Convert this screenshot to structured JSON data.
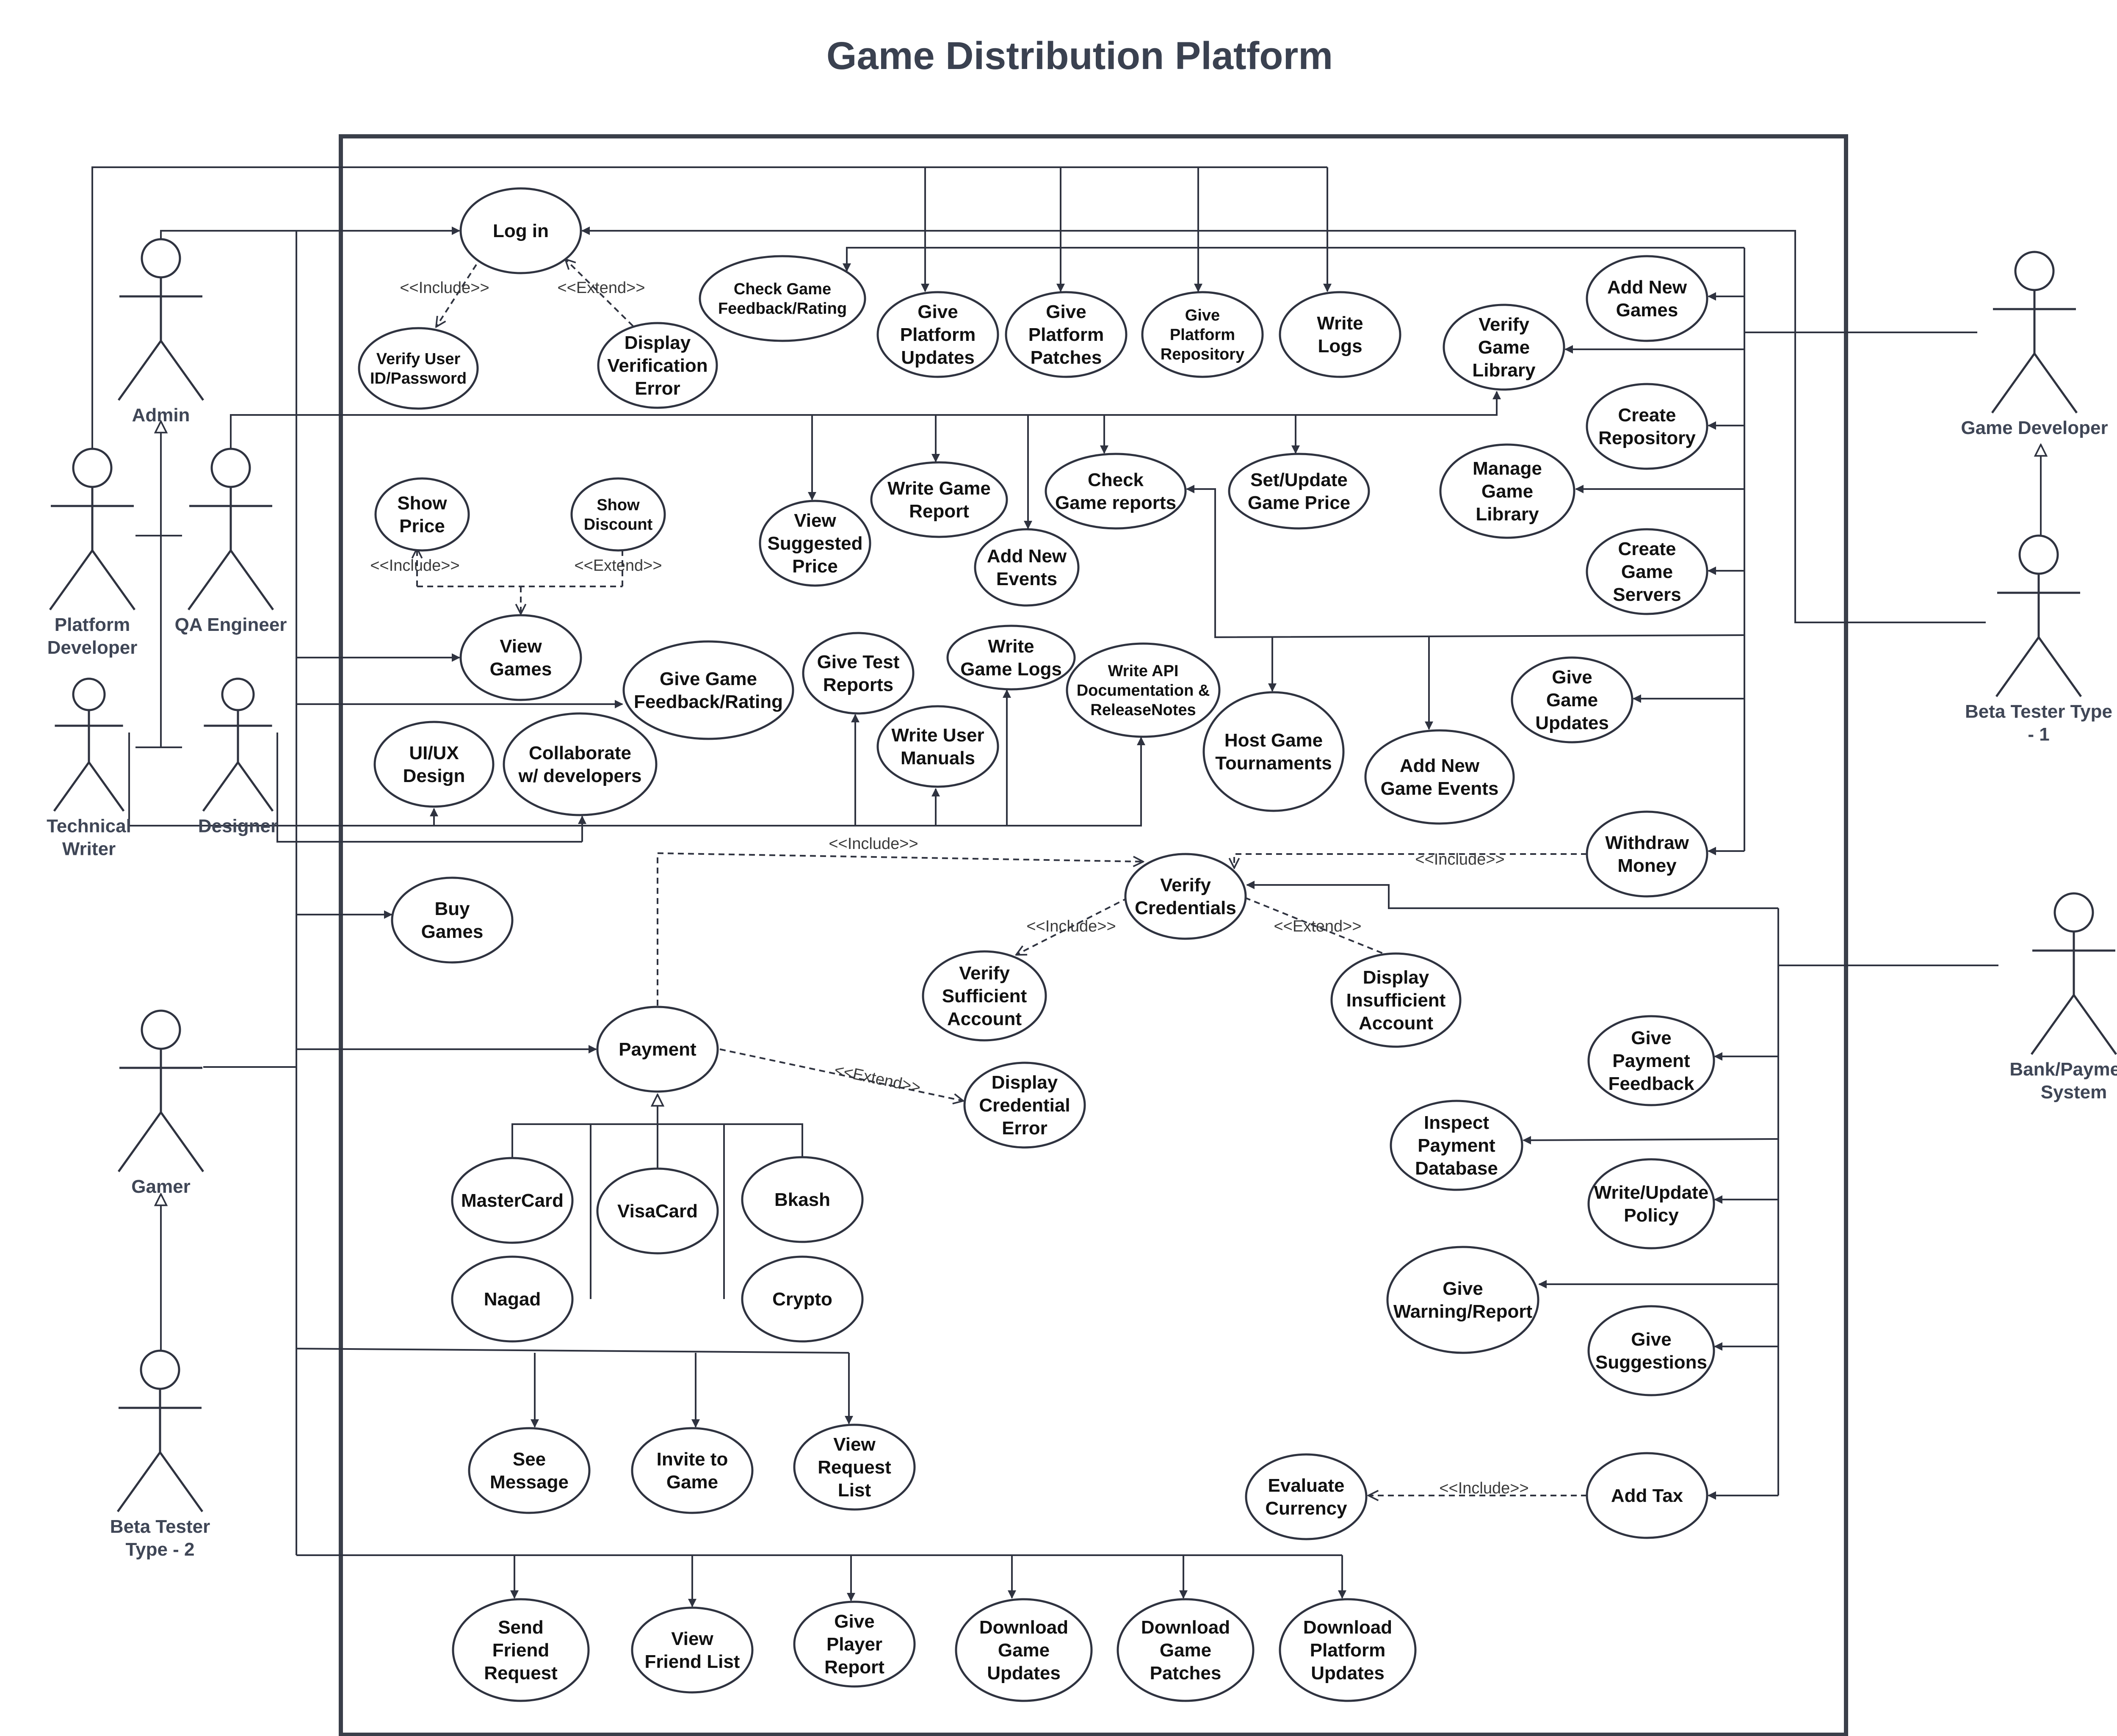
{
  "title": "Game Distribution Platform",
  "actors": {
    "admin": "Admin",
    "platform_developer": [
      "Platform",
      "Developer"
    ],
    "qa_engineer": "QA Engineer",
    "technical_writer": [
      "Technical",
      "Writer"
    ],
    "designer": "Designer",
    "gamer": "Gamer",
    "beta_tester_2": [
      "Beta Tester",
      "Type - 2"
    ],
    "game_developer": "Game Developer",
    "beta_tester_1": [
      "Beta Tester Type",
      "- 1"
    ],
    "bank": [
      "Bank/Payment",
      "System"
    ]
  },
  "use_cases": [
    {
      "id": "login",
      "lines": [
        "Log in"
      ]
    },
    {
      "id": "verify-user",
      "lines": [
        "Verify User",
        "ID/Password"
      ]
    },
    {
      "id": "display-verification-error",
      "lines": [
        "Display",
        "Verification",
        "Error"
      ]
    },
    {
      "id": "check-feedback",
      "lines": [
        "Check Game",
        "Feedback/Rating"
      ]
    },
    {
      "id": "give-platform-updates",
      "lines": [
        "Give",
        "Platform",
        "Updates"
      ]
    },
    {
      "id": "give-platform-patches",
      "lines": [
        "Give",
        "Platform",
        "Patches"
      ]
    },
    {
      "id": "give-platform-repository",
      "lines": [
        "Give",
        "Platform",
        "Repository"
      ]
    },
    {
      "id": "write-logs",
      "lines": [
        "Write",
        "Logs"
      ]
    },
    {
      "id": "verify-game-library",
      "lines": [
        "Verify",
        "Game",
        "Library"
      ]
    },
    {
      "id": "add-new-games",
      "lines": [
        "Add New",
        "Games"
      ]
    },
    {
      "id": "create-repository",
      "lines": [
        "Create",
        "Repository"
      ]
    },
    {
      "id": "manage-game-library",
      "lines": [
        "Manage",
        "Game",
        "Library"
      ]
    },
    {
      "id": "create-game-servers",
      "lines": [
        "Create",
        "Game",
        "Servers"
      ]
    },
    {
      "id": "show-price",
      "lines": [
        "Show",
        "Price"
      ]
    },
    {
      "id": "show-discount",
      "lines": [
        "Show",
        "Discount"
      ]
    },
    {
      "id": "view-suggested-price",
      "lines": [
        "View",
        "Suggested",
        "Price"
      ]
    },
    {
      "id": "write-game-report",
      "lines": [
        "Write Game",
        "Report"
      ]
    },
    {
      "id": "add-new-events",
      "lines": [
        "Add New",
        "Events"
      ]
    },
    {
      "id": "check-game-reports",
      "lines": [
        "Check",
        "Game reports"
      ]
    },
    {
      "id": "set-update-price",
      "lines": [
        "Set/Update",
        "Game Price"
      ]
    },
    {
      "id": "view-games",
      "lines": [
        "View",
        "Games"
      ]
    },
    {
      "id": "give-feedback",
      "lines": [
        "Give Game",
        "Feedback/Rating"
      ]
    },
    {
      "id": "give-test-reports",
      "lines": [
        "Give Test",
        "Reports"
      ]
    },
    {
      "id": "write-game-logs",
      "lines": [
        "Write",
        "Game Logs"
      ]
    },
    {
      "id": "write-api-docs",
      "lines": [
        "Write API",
        "Documentation &",
        "ReleaseNotes"
      ]
    },
    {
      "id": "host-tournaments",
      "lines": [
        "Host Game",
        "Tournaments"
      ]
    },
    {
      "id": "add-new-game-events",
      "lines": [
        "Add New",
        "Game Events"
      ]
    },
    {
      "id": "give-game-updates",
      "lines": [
        "Give",
        "Game",
        "Updates"
      ]
    },
    {
      "id": "ui-ux-design",
      "lines": [
        "UI/UX",
        "Design"
      ]
    },
    {
      "id": "collaborate",
      "lines": [
        "Collaborate",
        "w/ developers"
      ]
    },
    {
      "id": "write-user-manuals",
      "lines": [
        "Write User",
        "Manuals"
      ]
    },
    {
      "id": "withdraw-money",
      "lines": [
        "Withdraw",
        "Money"
      ]
    },
    {
      "id": "buy-games",
      "lines": [
        "Buy",
        "Games"
      ]
    },
    {
      "id": "verify-credentials",
      "lines": [
        "Verify",
        "Credentials"
      ]
    },
    {
      "id": "verify-sufficient-account",
      "lines": [
        "Verify",
        "Sufficient",
        "Account"
      ]
    },
    {
      "id": "display-insufficient-account",
      "lines": [
        "Display",
        "Insufficient",
        "Account"
      ]
    },
    {
      "id": "payment",
      "lines": [
        "Payment"
      ]
    },
    {
      "id": "display-credential-error",
      "lines": [
        "Display",
        "Credential",
        "Error"
      ]
    },
    {
      "id": "give-payment-feedback",
      "lines": [
        "Give",
        "Payment",
        "Feedback"
      ]
    },
    {
      "id": "inspect-payment-db",
      "lines": [
        "Inspect",
        "Payment",
        "Database"
      ]
    },
    {
      "id": "write-update-policy",
      "lines": [
        "Write/Update",
        "Policy"
      ]
    },
    {
      "id": "give-warning-report",
      "lines": [
        "Give",
        "Warning/Report"
      ]
    },
    {
      "id": "give-suggestions",
      "lines": [
        "Give",
        "Suggestions"
      ]
    },
    {
      "id": "mastercard",
      "lines": [
        "MasterCard"
      ]
    },
    {
      "id": "visacard",
      "lines": [
        "VisaCard"
      ]
    },
    {
      "id": "bkash",
      "lines": [
        "Bkash"
      ]
    },
    {
      "id": "nagad",
      "lines": [
        "Nagad"
      ]
    },
    {
      "id": "crypto",
      "lines": [
        "Crypto"
      ]
    },
    {
      "id": "see-message",
      "lines": [
        "See",
        "Message"
      ]
    },
    {
      "id": "invite-to-game",
      "lines": [
        "Invite to",
        "Game"
      ]
    },
    {
      "id": "view-request-list",
      "lines": [
        "View",
        "Request",
        "List"
      ]
    },
    {
      "id": "evaluate-currency",
      "lines": [
        "Evaluate",
        "Currency"
      ]
    },
    {
      "id": "add-tax",
      "lines": [
        "Add Tax"
      ]
    },
    {
      "id": "send-friend-request",
      "lines": [
        "Send",
        "Friend",
        "Request"
      ]
    },
    {
      "id": "view-friend-list",
      "lines": [
        "View",
        "Friend List"
      ]
    },
    {
      "id": "give-player-report",
      "lines": [
        "Give",
        "Player",
        "Report"
      ]
    },
    {
      "id": "download-game-updates",
      "lines": [
        "Download",
        "Game",
        "Updates"
      ]
    },
    {
      "id": "download-game-patches",
      "lines": [
        "Download",
        "Game",
        "Patches"
      ]
    },
    {
      "id": "download-platform-updates",
      "lines": [
        "Download",
        "Platform",
        "Updates"
      ]
    }
  ],
  "relations": {
    "include": "<<Include>>",
    "extend": "<<Extend>>"
  }
}
